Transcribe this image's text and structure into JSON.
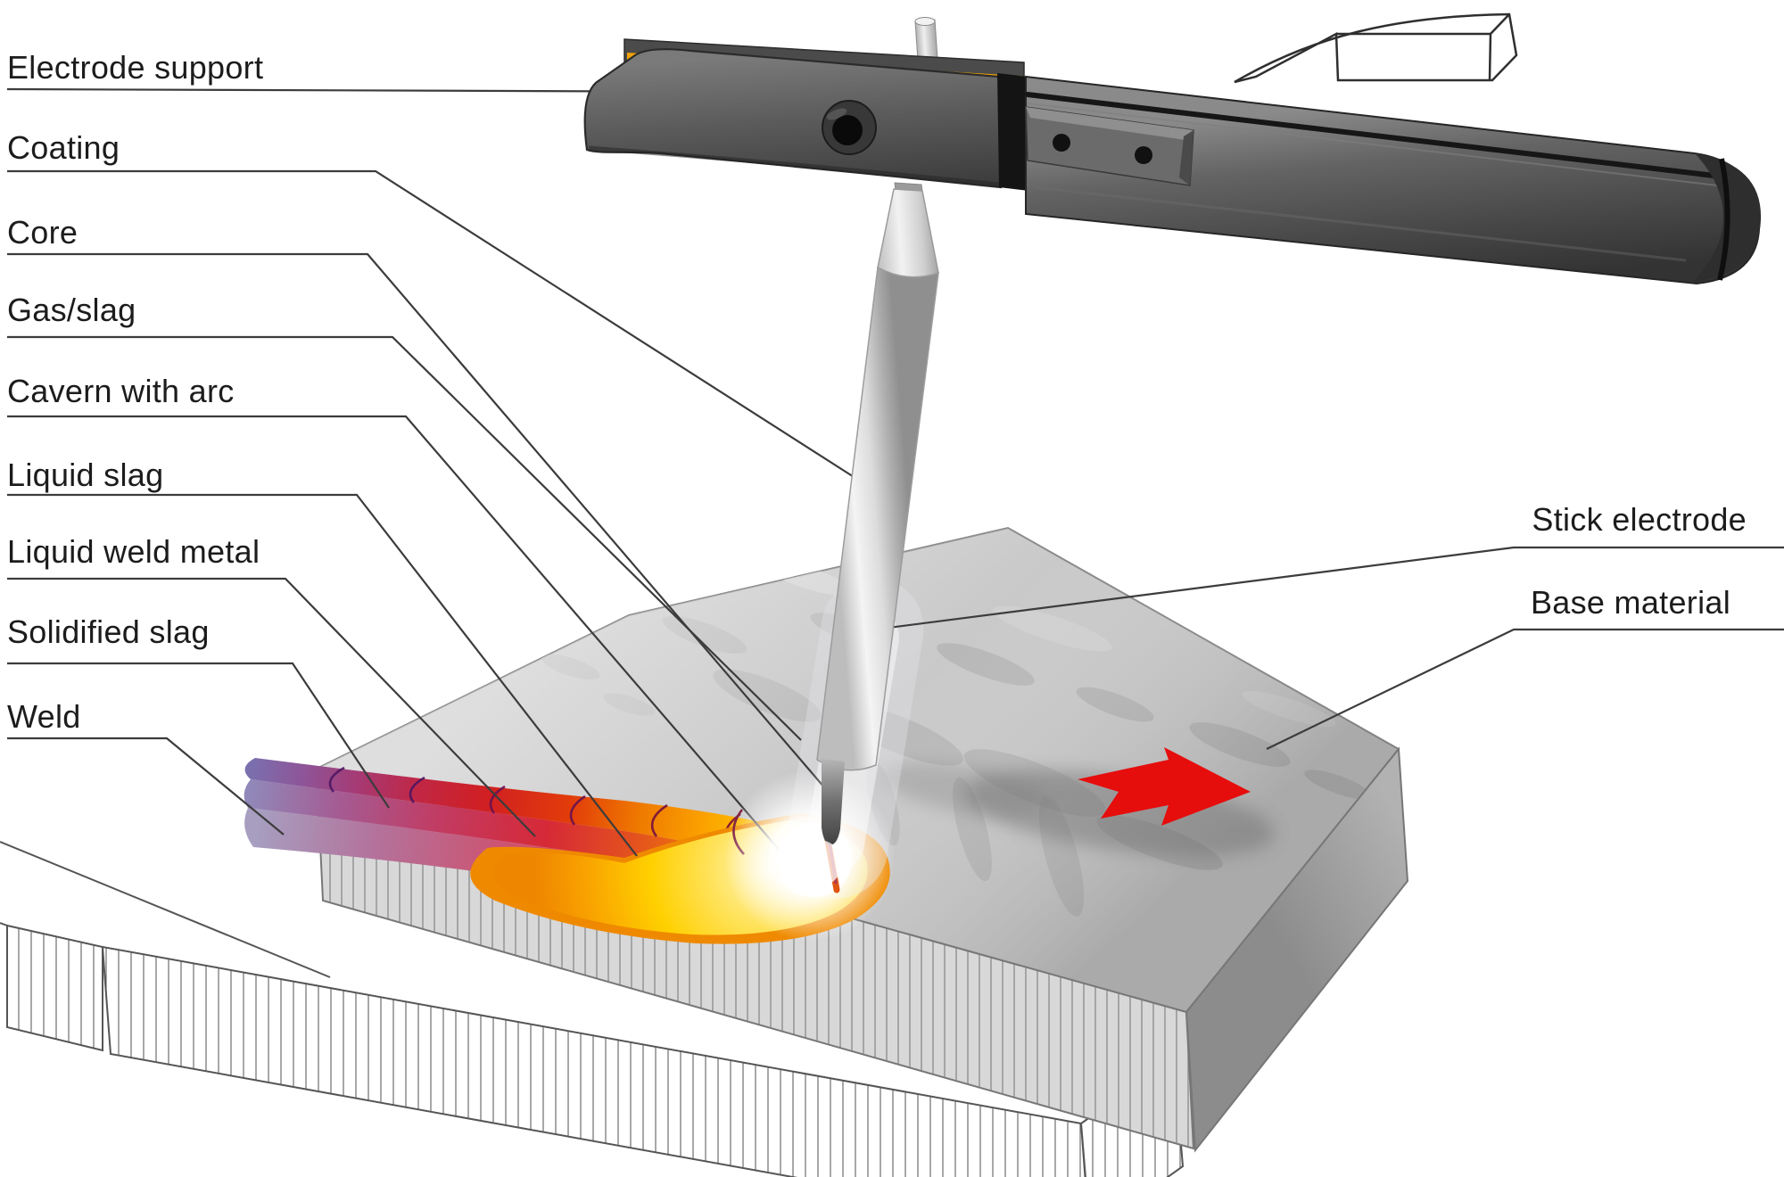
{
  "diagram": {
    "title": "Stick electrode (SMAW) welding process diagram",
    "labels": {
      "electrode_support": "Electrode support",
      "coating": "Coating",
      "core": "Core",
      "gas_slag": "Gas/slag",
      "cavern_with_arc": "Cavern with arc",
      "liquid_slag": "Liquid slag",
      "liquid_weld_metal": "Liquid weld metal",
      "solidified_slag": "Solidified slag",
      "weld": "Weld",
      "stick_electrode": "Stick electrode",
      "base_material": "Base material"
    },
    "icons": {
      "travel_direction_arrow": "arrow-right"
    },
    "colors": {
      "label_text": "#1c1c1c",
      "leader_line": "#3c3c3c",
      "travel_arrow_red": "#e60d0d",
      "holder_yellow_stripe": "#f2a30a",
      "holder_body_gray": "#5a5a5a",
      "base_plate_gray": "#c9c9c9",
      "solidified_slag_purple": "#7b6fae",
      "weld_metal_red": "#d11f22",
      "weld_pool_yellow": "#ffd000",
      "arc_glow_white": "#ffffff"
    }
  }
}
